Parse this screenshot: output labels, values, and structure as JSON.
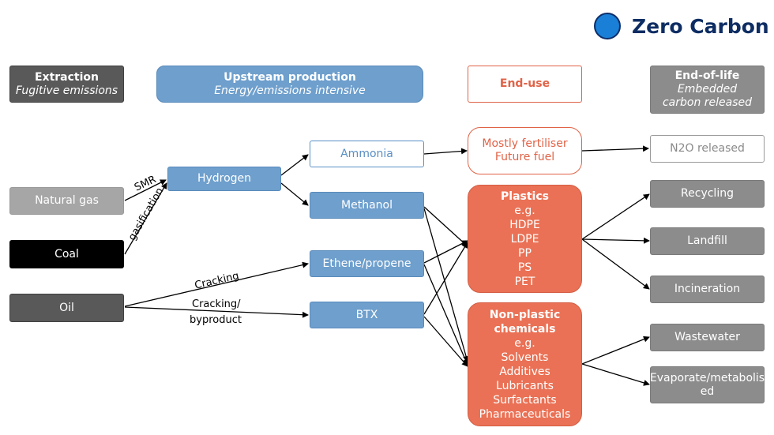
{
  "logo": {
    "text": "Zero Carbon",
    "icon": "circle-logo-icon"
  },
  "headers": {
    "extraction": {
      "title": "Extraction",
      "subtitle": "Fugitive emissions"
    },
    "upstream": {
      "title": "Upstream production",
      "subtitle": "Energy/emissions intensive"
    },
    "enduse": {
      "title": "End-use"
    },
    "endoflife": {
      "title": "End-of-life",
      "subtitle": "Embedded carbon released"
    }
  },
  "sources": {
    "natural_gas": "Natural gas",
    "coal": "Coal",
    "oil": "Oil"
  },
  "intermediates": {
    "hydrogen": "Hydrogen",
    "ammonia": "Ammonia",
    "methanol": "Methanol",
    "ethene": "Ethene/propene",
    "btx": "BTX"
  },
  "enduses": {
    "fertiliser": {
      "line1": "Mostly fertiliser",
      "line2": "Future fuel"
    },
    "plastics": {
      "title": "Plastics",
      "eg": "e.g.",
      "items": [
        "HDPE",
        "LDPE",
        "PP",
        "PS",
        "PET"
      ]
    },
    "nonplastic": {
      "title_line1": "Non-plastic",
      "title_line2": "chemicals",
      "eg": "e.g.",
      "items": [
        "Solvents",
        "Additives",
        "Lubricants",
        "Surfactants",
        "Pharmaceuticals"
      ]
    }
  },
  "endoflife": {
    "n2o": "N2O released",
    "recycling": "Recycling",
    "landfill": "Landfill",
    "incineration": "Incineration",
    "wastewater": "Wastewater",
    "evaporate": "Evaporate/metabolis ed"
  },
  "edge_labels": {
    "smr": "SMR",
    "gasification": "gasification",
    "cracking": "Cracking",
    "cracking_byproduct_1": "Cracking/",
    "cracking_byproduct_2": "byproduct"
  },
  "colors": {
    "blue": "#6e9fcd",
    "red": "#ea7155",
    "gray": "#8c8c8c",
    "logo": "#1a7fd6"
  }
}
